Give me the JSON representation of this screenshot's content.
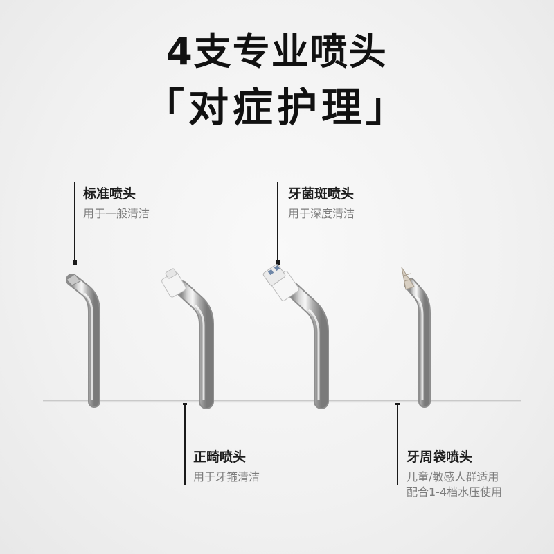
{
  "header": {
    "title_line1": "4支专业喷头",
    "title_line2": "「对症护理」"
  },
  "nozzles": [
    {
      "name": "标准喷头",
      "desc": [
        "用于一般清洁"
      ]
    },
    {
      "name": "正畸喷头",
      "desc": [
        "用于牙箍清洁"
      ]
    },
    {
      "name": "牙菌斑喷头",
      "desc": [
        "用于深度清洁"
      ]
    },
    {
      "name": "牙周袋喷头",
      "desc": [
        "儿童/敏感人群适用",
        "配合1-4档水压使用"
      ]
    }
  ],
  "colors": {
    "metal_light": "#f2f2f2",
    "metal_mid": "#bcbcbc",
    "metal_dark": "#7d7d7d",
    "text_dark": "#1a1a1a",
    "text_gray": "#7c7c7c"
  }
}
